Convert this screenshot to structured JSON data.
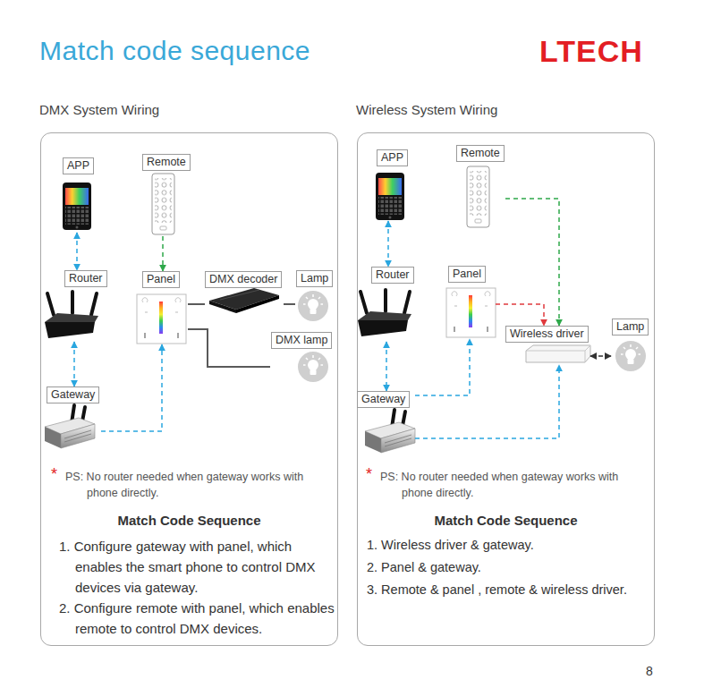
{
  "diagram": {
    "title": "Match code sequence",
    "nodes": [
      {
        "text": [
          "DMX System Wiring"
        ]
      },
      {
        "text": [
          "APP"
        ],
        "in": 0
      },
      {
        "text": [
          "Remote"
        ],
        "in": 0
      },
      {
        "text": [
          "Router"
        ],
        "in": 0
      },
      {
        "text": [
          "Panel"
        ],
        "in": 0
      },
      {
        "text": [
          "DMX decoder"
        ],
        "in": 0
      },
      {
        "text": [
          "Lamp"
        ],
        "in": 0
      },
      {
        "text": [
          "DMX lamp"
        ],
        "in": 0
      },
      {
        "text": [
          "Gateway"
        ],
        "in": 0
      },
      {
        "text": [
          "Wireless System Wiring"
        ]
      },
      {
        "text": [
          "APP"
        ],
        "in": 9
      },
      {
        "text": [
          "Remote"
        ],
        "in": 9
      },
      {
        "text": [
          "Router"
        ],
        "in": 9
      },
      {
        "text": [
          "Panel"
        ],
        "in": 9
      },
      {
        "text": [
          "Wireless driver"
        ],
        "in": 9
      },
      {
        "text": [
          "Lamp"
        ],
        "in": 9
      },
      {
        "text": [
          "Gateway"
        ],
        "in": 9
      }
    ],
    "edges": [
      {
        "from": 1,
        "to": 3,
        "arrow": "both"
      },
      {
        "from": 3,
        "to": 8,
        "arrow": "both"
      },
      {
        "from": 2,
        "to": 4,
        "arrow": "to"
      },
      {
        "from": 8,
        "to": 4,
        "arrow": "to"
      },
      {
        "from": 4,
        "to": 5,
        "arrow": "none"
      },
      {
        "from": 5,
        "to": 6,
        "arrow": "none"
      },
      {
        "from": 4,
        "to": 7,
        "arrow": "none"
      },
      {
        "from": 10,
        "to": 12,
        "arrow": "both"
      },
      {
        "from": 12,
        "to": 16,
        "arrow": "both"
      },
      {
        "from": 11,
        "to": 14,
        "arrow": "to"
      },
      {
        "from": 13,
        "to": 14,
        "arrow": "to"
      },
      {
        "from": 16,
        "to": 13,
        "arrow": "to"
      },
      {
        "from": 16,
        "to": 14,
        "arrow": "to"
      },
      {
        "from": 14,
        "to": 15,
        "arrow": "both"
      }
    ],
    "labels": [
      "LTECH",
      "*",
      "PS: No router needed when gateway works with phone directly.",
      "Match Code Sequence",
      "1. Configure gateway with panel, which enables the smart phone to control DMX devices via gateway.",
      "2. Configure remote with panel, which enables remote to control DMX devices.",
      "*",
      "PS: No router needed when gateway works with phone directly.",
      "Match Code Sequence",
      "1. Wireless driver & gateway.",
      "2. Panel & gateway.",
      "3. Remote & panel , remote & wireless driver.",
      "8"
    ]
  }
}
